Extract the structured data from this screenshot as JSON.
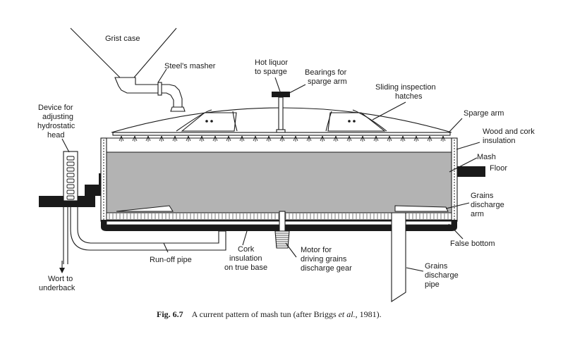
{
  "labels": {
    "grist_case": "Grist case",
    "steels_masher": "Steel's masher",
    "hot_liquor_1": "Hot liquor",
    "hot_liquor_2": "to sparge",
    "bearings_1": "Bearings for",
    "bearings_2": "sparge arm",
    "sliding_1": "Sliding inspection",
    "sliding_2": "hatches",
    "device_1": "Device for",
    "device_2": "adjusting",
    "device_3": "hydrostatic",
    "device_4": "head",
    "sparge_arm": "Sparge arm",
    "wood_1": "Wood and cork",
    "wood_2": "insulation",
    "mash": "Mash",
    "floor": "Floor",
    "grains_arm_1": "Grains",
    "grains_arm_2": "discharge",
    "grains_arm_3": "arm",
    "false_bottom": "False bottom",
    "run_off_pipe": "Run-off pipe",
    "cork_1": "Cork",
    "cork_2": "insulation",
    "cork_3": "on true base",
    "motor_1": "Motor for",
    "motor_2": "driving grains",
    "motor_3": "discharge gear",
    "grains_pipe_1": "Grains",
    "grains_pipe_2": "discharge",
    "grains_pipe_3": "pipe",
    "wort_1": "Wort to",
    "wort_2": "underback"
  },
  "caption": {
    "fig": "Fig. 6.7",
    "text_a": "A current pattern of mash tun (after Briggs ",
    "text_italic": "et al.",
    "text_b": ", 1981)."
  }
}
